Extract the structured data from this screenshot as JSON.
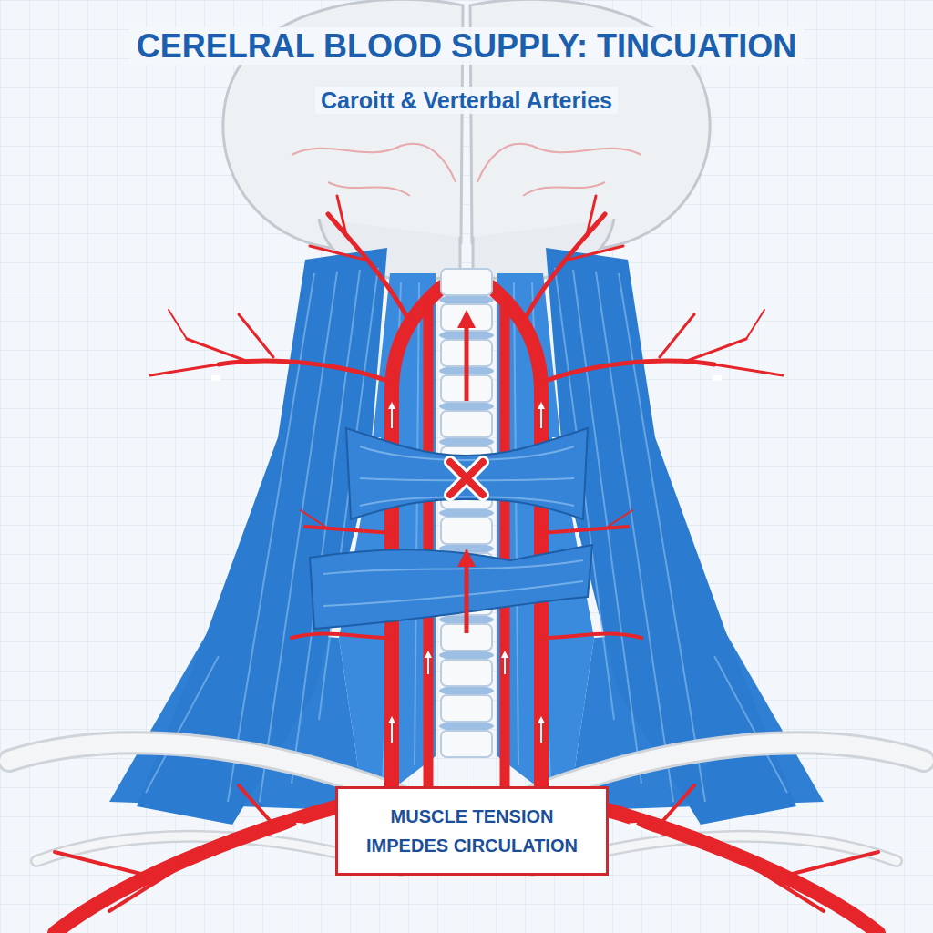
{
  "diagram": {
    "title": "CERELRAL BLOOD SUPPLY: TINCUATION",
    "nodes": [
      {
        "text": [
          "MUSCLE TENSION IMPEDES CIRCULATION"
        ]
      }
    ],
    "labels": [
      "Caroitt & Verterbal Arteries"
    ]
  }
}
